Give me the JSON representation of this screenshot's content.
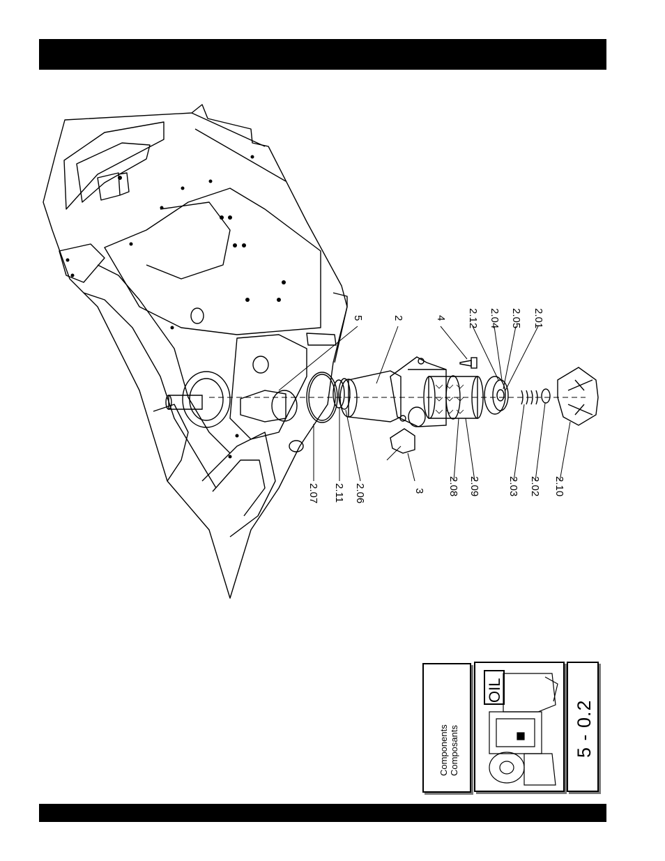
{
  "callouts": {
    "c5": "5",
    "c2": "2",
    "c4": "4",
    "c212": "2.12",
    "c204": "2.04",
    "c205": "2.05",
    "c201": "2.01",
    "c207": "2.07",
    "c211": "2.11",
    "c206": "2.06",
    "c3": "3",
    "c208": "2.08",
    "c209": "2.09",
    "c203": "2.03",
    "c202": "2.02",
    "c210": "2.10"
  },
  "tab": {
    "label_line1": "Components",
    "label_line2": "Composants",
    "oil_label": "OIL",
    "section_number": "5 - 0.2"
  }
}
